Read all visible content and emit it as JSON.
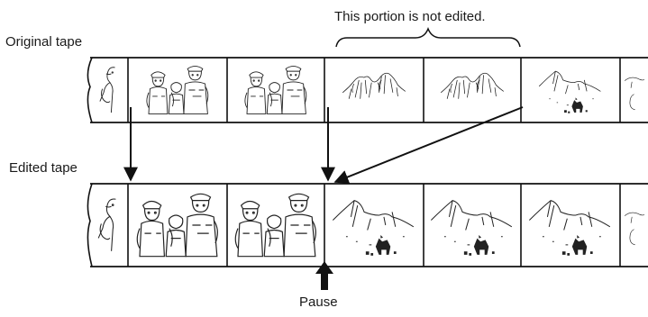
{
  "labels": {
    "note": "This portion is not edited.",
    "original_tape": "Original tape",
    "edited_tape": "Edited tape",
    "pause": "Pause"
  },
  "tapes": {
    "original": [
      "person-partial",
      "family",
      "family",
      "mountain",
      "mountain",
      "mountain-with-dog",
      "mountain-with-dog-partial"
    ],
    "edited": [
      "person-partial",
      "family",
      "family",
      "mountain-with-dog",
      "mountain-with-dog",
      "mountain-with-dog",
      "mountain-with-dog-partial"
    ]
  }
}
